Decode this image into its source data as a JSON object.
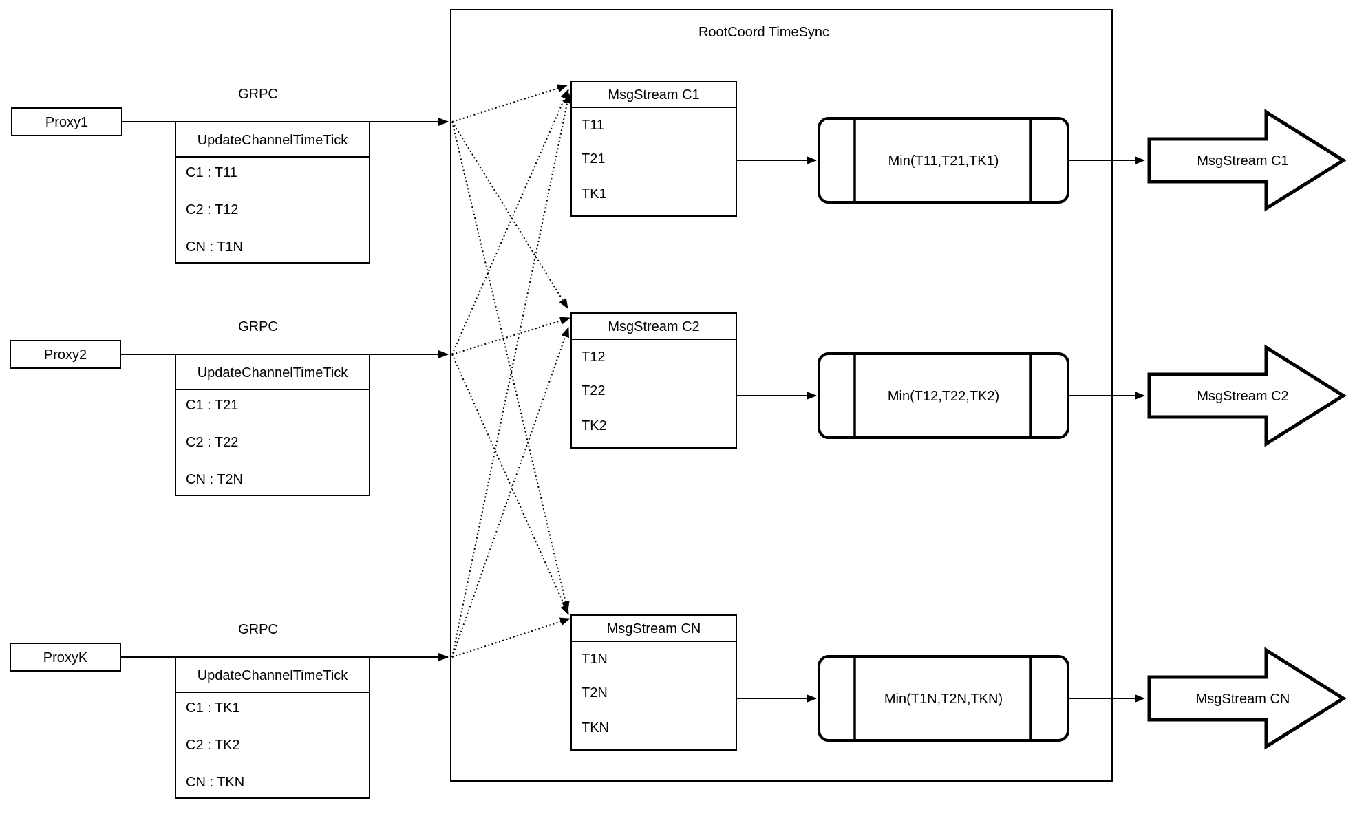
{
  "diagram": {
    "title": "RootCoord TimeSync",
    "grpc_label": "GRPC",
    "colors": {
      "stroke": "#000000",
      "background": "#ffffff"
    },
    "rows": [
      {
        "proxy": "Proxy1",
        "request": {
          "header": "UpdateChannelTimeTick",
          "entries": [
            "C1 :  T11",
            "C2 :  T12",
            "CN : T1N"
          ]
        },
        "stream": {
          "header": "MsgStream C1",
          "entries": [
            "T11",
            "T21",
            "TK1"
          ]
        },
        "min": "Min(T11,T21,TK1)",
        "output": "MsgStream C1"
      },
      {
        "proxy": "Proxy2",
        "request": {
          "header": "UpdateChannelTimeTick",
          "entries": [
            "C1 :  T21",
            "C2 :  T22",
            "CN : T2N"
          ]
        },
        "stream": {
          "header": "MsgStream C2",
          "entries": [
            "T12",
            "T22",
            "TK2"
          ]
        },
        "min": "Min(T12,T22,TK2)",
        "output": "MsgStream C2"
      },
      {
        "proxy": "ProxyK",
        "request": {
          "header": "UpdateChannelTimeTick",
          "entries": [
            "C1 :  TK1",
            "C2 :  TK2",
            "CN : TKN"
          ]
        },
        "stream": {
          "header": "MsgStream CN",
          "entries": [
            "T1N",
            "T2N",
            "TKN"
          ]
        },
        "min": "Min(T1N,T2N,TKN)",
        "output": "MsgStream CN"
      }
    ]
  }
}
